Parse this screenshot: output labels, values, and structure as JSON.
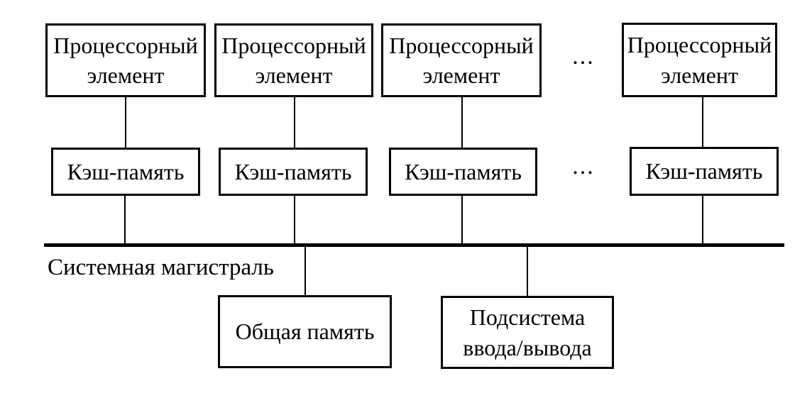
{
  "processors": [
    {
      "label": "Процессорный\nэлемент"
    },
    {
      "label": "Процессорный\nэлемент"
    },
    {
      "label": "Процессорный\nэлемент"
    },
    {
      "label": "Процессорный\nэлемент"
    }
  ],
  "caches": [
    {
      "label": "Кэш-память"
    },
    {
      "label": "Кэш-память"
    },
    {
      "label": "Кэш-память"
    },
    {
      "label": "Кэш-память"
    }
  ],
  "ellipsis": {
    "top": "...",
    "cache": "..."
  },
  "bus": {
    "label": "Системная магистраль"
  },
  "shared_memory": {
    "label": "Общая память"
  },
  "io_subsystem": {
    "label": "Подсистема\nввода/вывода"
  },
  "colors": {
    "line": "#000000",
    "text": "#000000",
    "background": "#ffffff"
  }
}
